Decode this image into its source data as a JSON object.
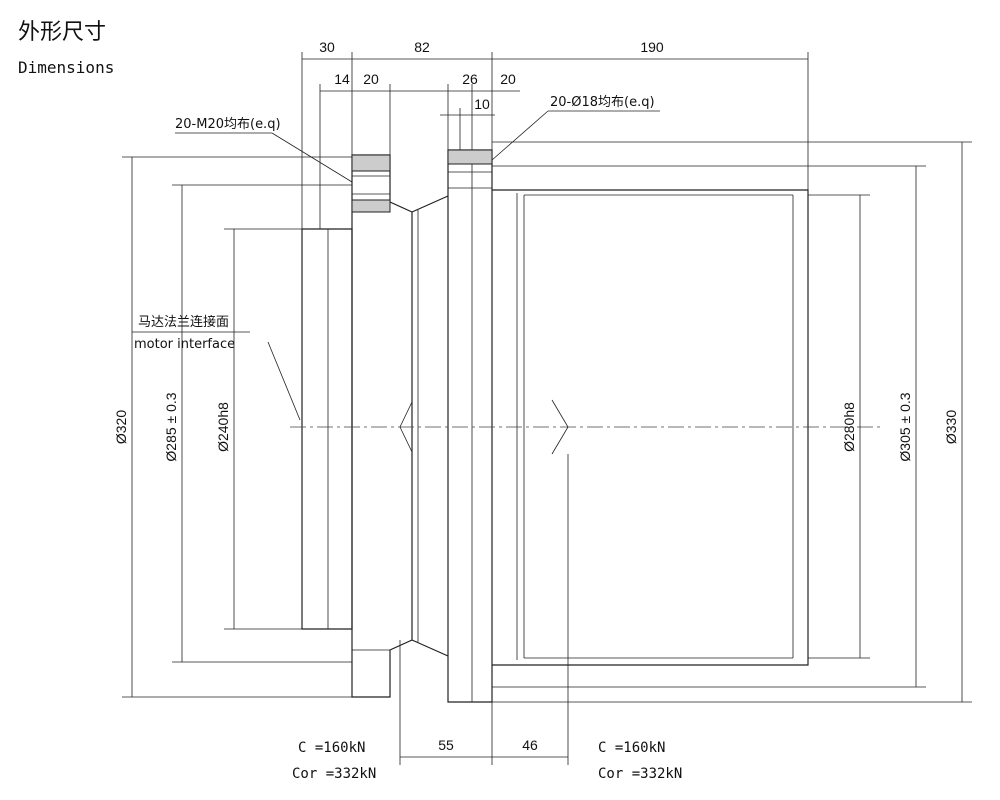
{
  "title_cn": "外形尺寸",
  "title_en": "Dimensions",
  "top_dimensions": [
    "30",
    "82",
    "190",
    "14",
    "20",
    "26",
    "20",
    "10"
  ],
  "bottom_dimensions": [
    "55",
    "46"
  ],
  "left_diameters": [
    "Ø320",
    "Ø285 ± 0.3",
    "Ø240h8"
  ],
  "right_diameters": [
    "Ø280h8",
    "Ø305 ± 0.3",
    "Ø330"
  ],
  "callouts": {
    "m20_holes": "20-M20均布(e.q)",
    "phi18_holes": "20-Ø18均布(e.q)",
    "motor_cn": "马达法兰连接面",
    "motor_en": "motor interface"
  },
  "loads": {
    "left_c": "C =160kN",
    "left_cor": "Cor =332kN",
    "right_c": "C =160kN",
    "right_cor": "Cor =332kN"
  }
}
